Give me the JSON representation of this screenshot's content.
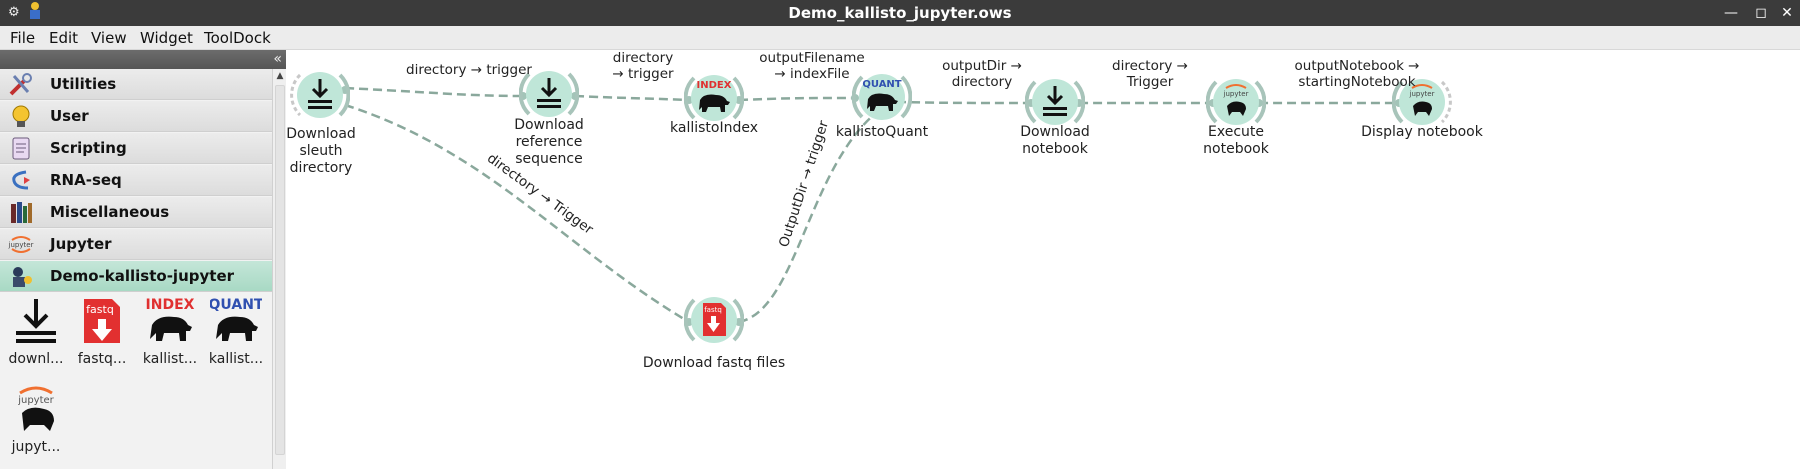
{
  "window": {
    "title": "Demo_kallisto_jupyter.ows"
  },
  "menu": [
    "File",
    "Edit",
    "View",
    "Widget",
    "ToolDock"
  ],
  "sidebar": {
    "categories": [
      {
        "label": "Utilities",
        "icon": "utilities-icon"
      },
      {
        "label": "User",
        "icon": "lightbulb-icon"
      },
      {
        "label": "Scripting",
        "icon": "scroll-icon"
      },
      {
        "label": "RNA-seq",
        "icon": "rnaseq-icon"
      },
      {
        "label": "Miscellaneous",
        "icon": "books-icon"
      },
      {
        "label": "Jupyter",
        "icon": "jupyter-icon"
      },
      {
        "label": "Demo-kallisto-jupyter",
        "icon": "demo-icon",
        "active": true
      }
    ],
    "tools": [
      {
        "label": "downl...",
        "icon": "download-icon"
      },
      {
        "label": "fastq...",
        "icon": "fastq-icon"
      },
      {
        "label": "kallist...",
        "icon": "index-bear-icon"
      },
      {
        "label": "kallist...",
        "icon": "quant-bear-icon"
      },
      {
        "label": "jupyt...",
        "icon": "jupyter-bear-icon"
      }
    ]
  },
  "nodes": {
    "sleuth": "Download sleuth directory",
    "reference": "Download reference sequence",
    "index": "kallistoIndex",
    "quant": "kallistoQuant",
    "notebook": "Download notebook",
    "execute": "Execute notebook",
    "display": "Display notebook",
    "fastq": "Download fastq files"
  },
  "links": {
    "l1": "directory → trigger",
    "l2": "directory → trigger",
    "l3": "outputFilename → indexFile",
    "l4": "outputDir → directory",
    "l5": "directory → Trigger",
    "l6": "outputNotebook → startingNotebook",
    "l7": "directory → Trigger",
    "l8": "OutputDir → trigger"
  },
  "icon_text": {
    "index": "INDEX",
    "quant": "QUANT",
    "jupyter": "jupyter",
    "fastq": "fastq"
  },
  "colors": {
    "node_fill": "#bfe6d8",
    "link": "#8aa89c",
    "active_category": "#b4ddcc"
  }
}
